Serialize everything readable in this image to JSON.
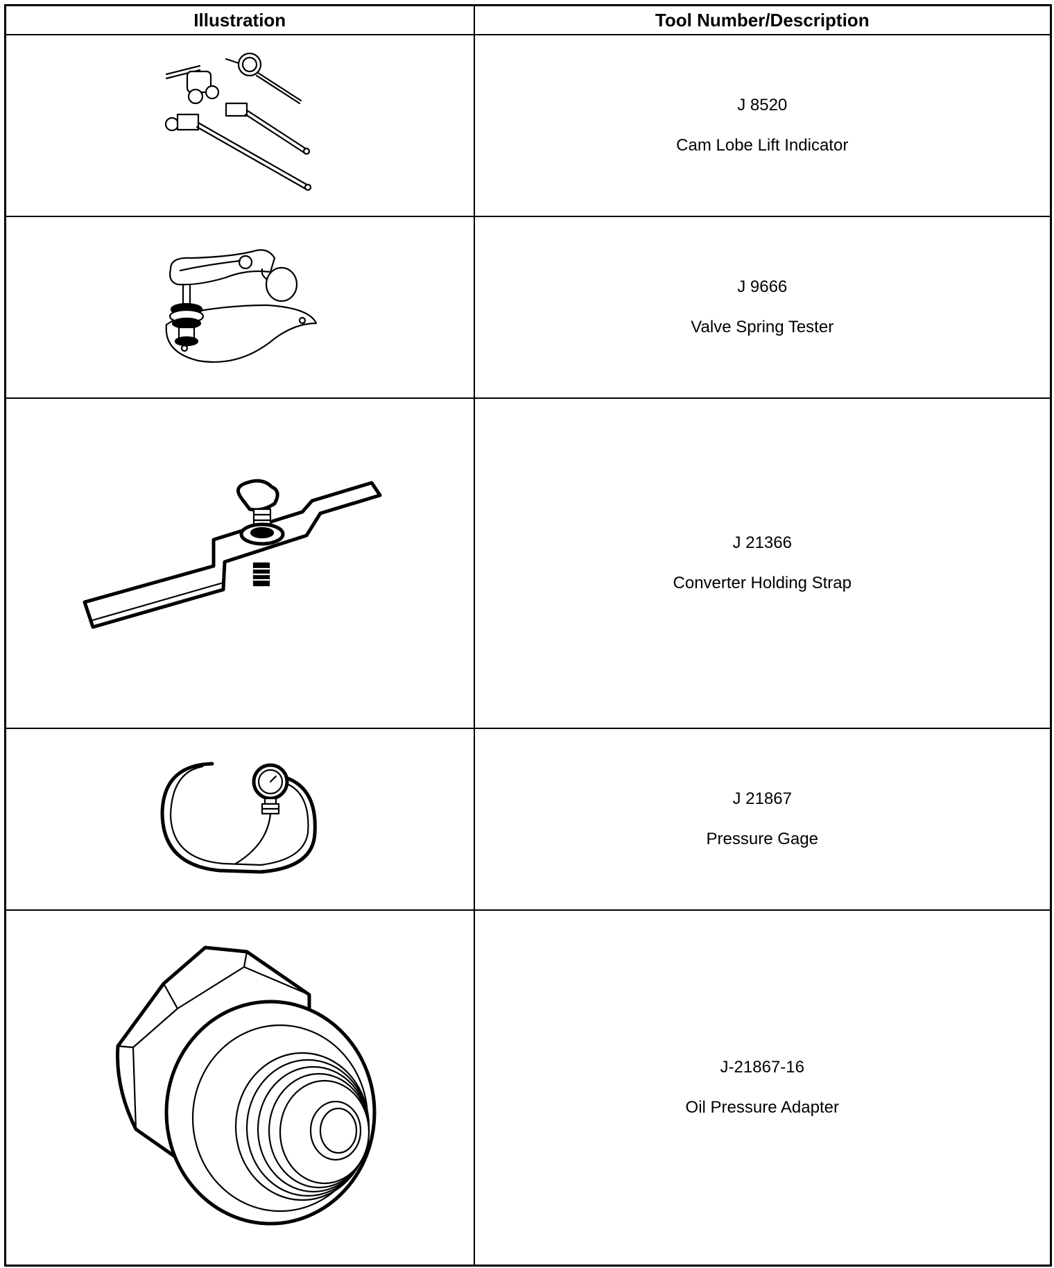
{
  "table": {
    "headers": [
      "Illustration",
      "Tool Number/Description"
    ],
    "rows": [
      {
        "number": "J 8520",
        "description": "Cam Lobe Lift Indicator",
        "icon": "cam-lobe-lift-indicator-icon"
      },
      {
        "number": "J 9666",
        "description": "Valve Spring Tester",
        "icon": "valve-spring-tester-icon"
      },
      {
        "number": "J 21366",
        "description": "Converter Holding Strap",
        "icon": "converter-holding-strap-icon"
      },
      {
        "number": "J 21867",
        "description": "Pressure Gage",
        "icon": "pressure-gage-icon"
      },
      {
        "number": "J-21867-16",
        "description": "Oil Pressure Adapter",
        "icon": "oil-pressure-adapter-icon"
      }
    ]
  }
}
